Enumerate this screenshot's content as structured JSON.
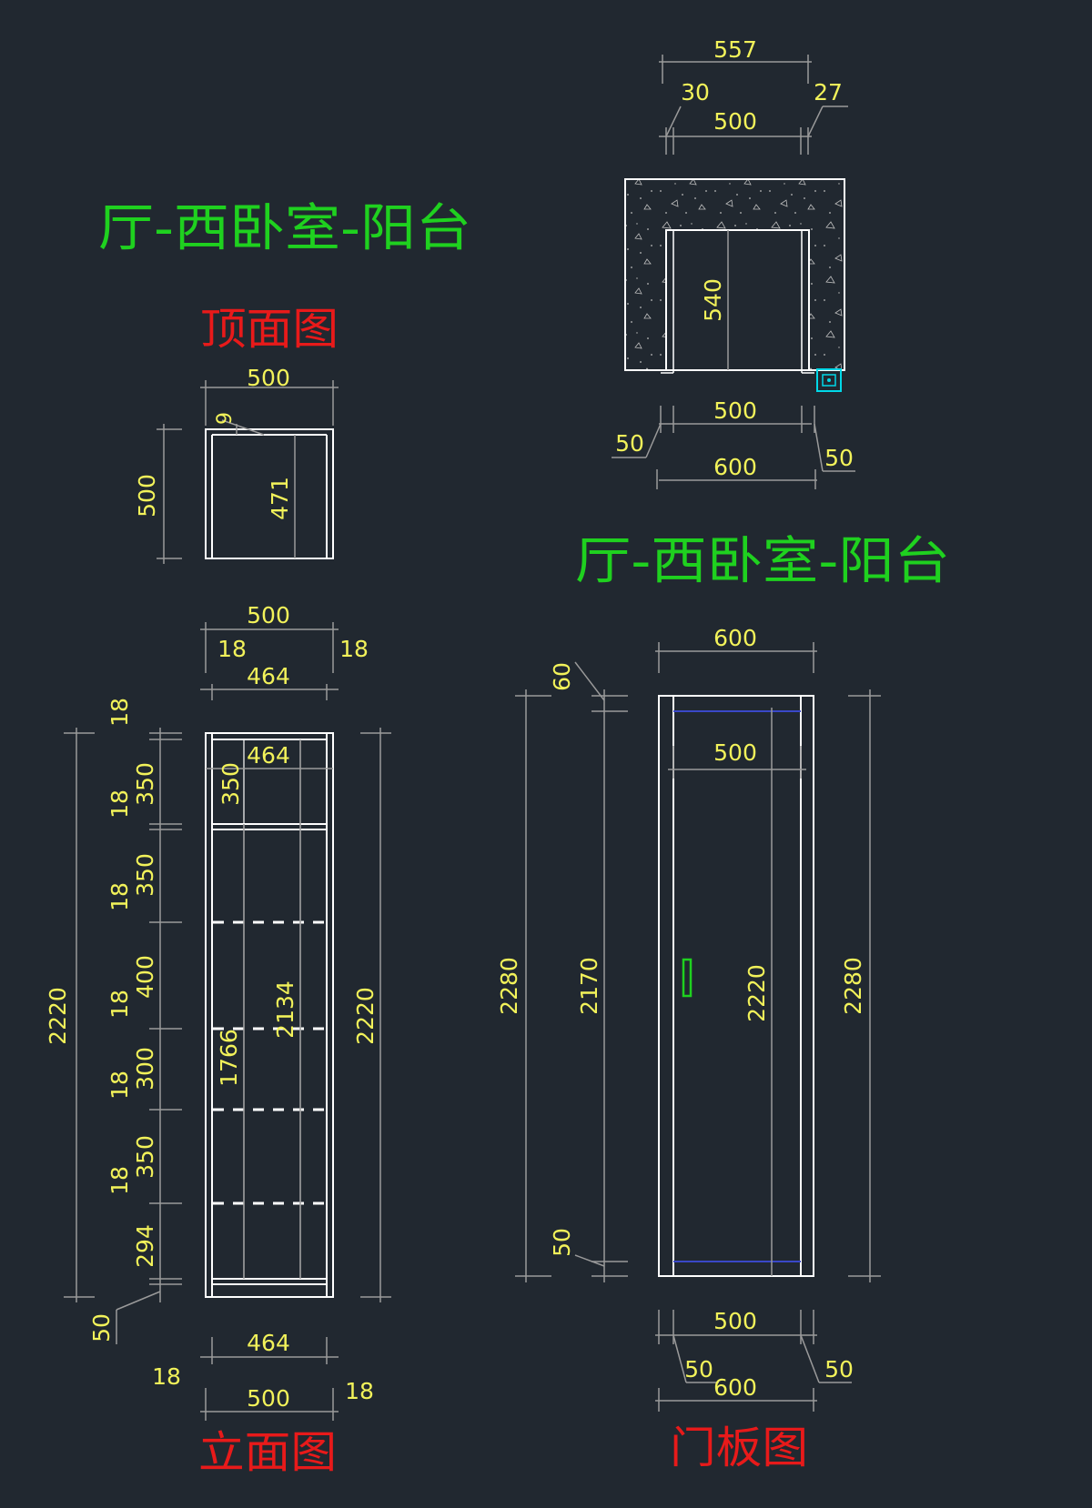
{
  "colors": {
    "background": "#212830",
    "title_green": "#1fd11f",
    "title_red": "#e81a1a",
    "dim_text": "#f2f25a",
    "dim_line": "#9a9a9a",
    "outline": "#ffffff",
    "blue_line": "#3a48c8",
    "grip": "#00d8e8"
  },
  "titles": {
    "set_name_left": "厅-西卧室-阳台",
    "set_name_right": "厅-西卧室-阳台",
    "top_view": "顶面图",
    "elevation_view": "立面图",
    "door_panel_view": "门板图"
  },
  "top_view": {
    "dims": {
      "overall_width": "500",
      "depth": "500",
      "back_panel": "9",
      "inner_depth": "471"
    }
  },
  "elevation": {
    "dims": {
      "top_overall": "500",
      "top_left_side": "18",
      "top_right_side": "18",
      "top_inner": "464",
      "inner_top": "464",
      "top_comp": "350",
      "height_left": "2220",
      "height_right": "2220",
      "inner_height_1": "1766",
      "inner_height_2": "2134",
      "bottom_inner": "464",
      "bottom_overall": "500",
      "bottom_left_side": "18",
      "bottom_right_side": "18",
      "plinth": "50"
    },
    "compartments": [
      {
        "board": "18",
        "space": "350"
      },
      {
        "board": "18",
        "space": "350"
      },
      {
        "board": "18",
        "space": "400"
      },
      {
        "board": "18",
        "space": "300"
      },
      {
        "board": "18",
        "space": "350"
      },
      {
        "board": "18",
        "space": "294"
      }
    ]
  },
  "plan_view": {
    "dims": {
      "overall_top": "557",
      "left_offset": "30",
      "right_offset": "27",
      "inner_top": "500",
      "depth": "540",
      "inner_bottom": "500",
      "left_margin": "50",
      "right_margin": "50",
      "overall_bottom": "600"
    }
  },
  "door_panel": {
    "dims": {
      "overall_top": "600",
      "inner_top": "500",
      "top_gap": "60",
      "bottom_gap": "50",
      "height_outer_left": "2280",
      "height_inner_left": "2170",
      "height_center": "2220",
      "height_outer_right": "2280",
      "inner_bottom": "500",
      "left_margin": "50",
      "right_margin": "50",
      "overall_bottom": "600"
    }
  }
}
